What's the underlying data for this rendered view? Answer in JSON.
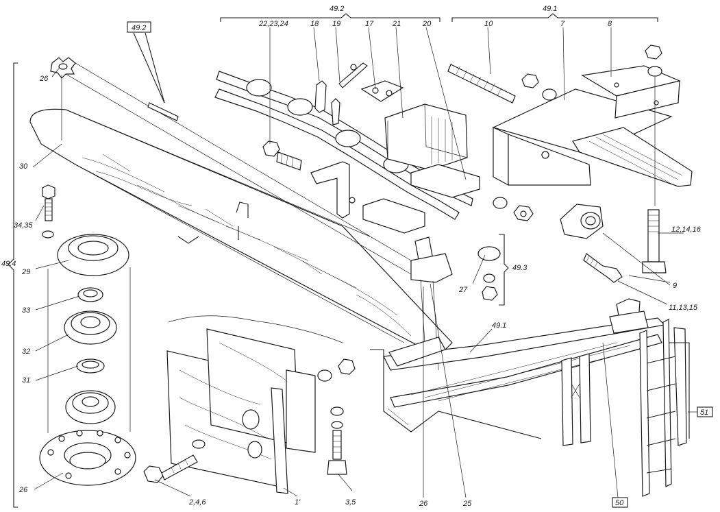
{
  "title": "",
  "callouts": {
    "c49_2_top": "49.2",
    "c49_1_top": "49.1",
    "c49_2_box": "49.2",
    "c22": "22,23,24",
    "c18": "18",
    "c19": "19",
    "c17": "17",
    "c21": "21",
    "c20": "20",
    "c10": "10",
    "c7": "7",
    "c8": "8",
    "c26_top": "26",
    "c30": "30",
    "c34": "34,35",
    "c29": "29",
    "c33": "33",
    "c32": "32",
    "c31": "31",
    "c26_bottom": "26",
    "c49_4": "49.4",
    "c12": "12,14,16",
    "c9": "9",
    "c11": "11,13,15",
    "c27": "27",
    "c49_3": "49.3",
    "c49_1_mid": "49.1",
    "c2": "2,4,6",
    "c1": "1'",
    "c3": "3,5",
    "c26_mid": "26",
    "c25": "25",
    "c50": "50",
    "c51": "51"
  }
}
